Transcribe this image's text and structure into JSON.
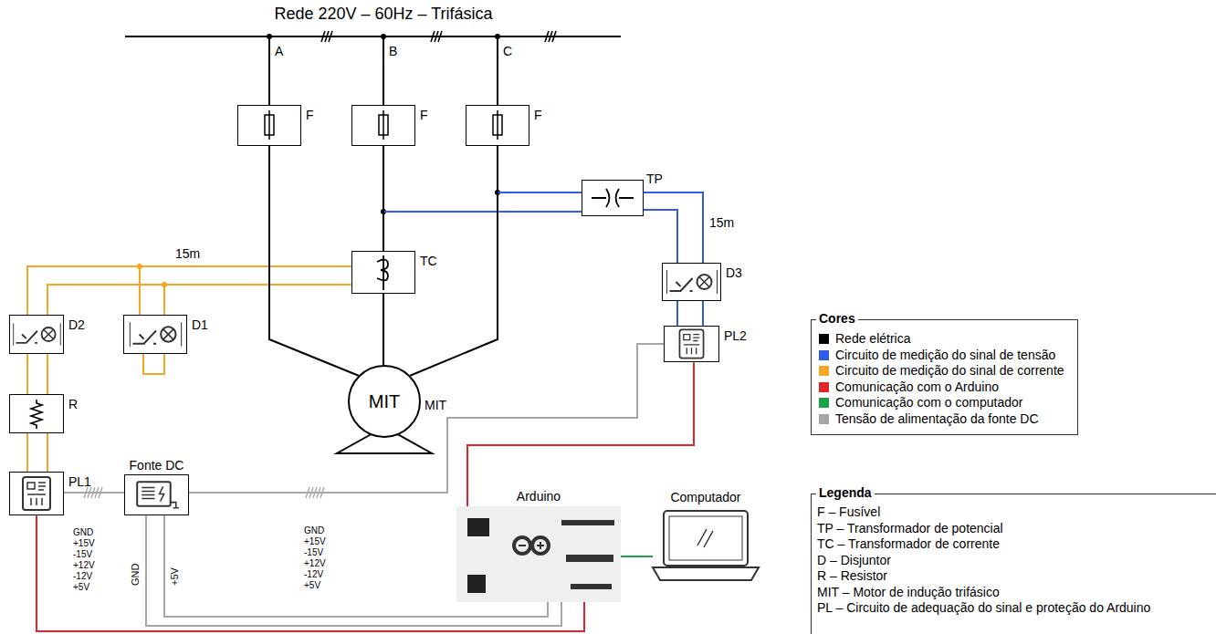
{
  "diagram": {
    "title": "Rede 220V – 60Hz – Trifásica",
    "nodes": [
      {
        "text": [
          "F"
        ]
      },
      {
        "text": [
          "F"
        ]
      },
      {
        "text": [
          "F"
        ]
      },
      {
        "text": [
          "TP"
        ]
      },
      {
        "text": [
          "TC"
        ]
      },
      {
        "text": [
          "D3"
        ]
      },
      {
        "text": [
          "D2"
        ]
      },
      {
        "text": [
          "D1"
        ]
      },
      {
        "text": [
          "R"
        ]
      },
      {
        "text": [
          "PL1"
        ]
      },
      {
        "text": [
          "PL2"
        ]
      },
      {
        "text": [
          "Fonte DC"
        ]
      },
      {
        "text": [
          "MIT",
          "MIT"
        ]
      },
      {
        "text": [
          "Arduino"
        ]
      },
      {
        "text": [
          "Computador"
        ]
      }
    ],
    "edges": [
      {
        "from": 1,
        "to": 3,
        "arrow": "none"
      },
      {
        "from": 2,
        "to": 3,
        "arrow": "none"
      },
      {
        "from": 3,
        "to": 5,
        "arrow": "none"
      },
      {
        "from": 5,
        "to": 10,
        "arrow": "none"
      },
      {
        "from": 4,
        "to": 6,
        "arrow": "none"
      },
      {
        "from": 4,
        "to": 7,
        "arrow": "none"
      },
      {
        "from": 6,
        "to": 8,
        "arrow": "none"
      },
      {
        "from": 8,
        "to": 9,
        "arrow": "none"
      },
      {
        "from": 11,
        "to": 9,
        "arrow": "none"
      },
      {
        "from": 11,
        "to": 10,
        "arrow": "none"
      },
      {
        "from": 11,
        "to": 13,
        "arrow": "none"
      },
      {
        "from": 10,
        "to": 13,
        "arrow": "none"
      },
      {
        "from": 9,
        "to": 13,
        "arrow": "none"
      },
      {
        "from": 13,
        "to": 14,
        "arrow": "none"
      },
      {
        "from": 0,
        "to": 12,
        "arrow": "none"
      },
      {
        "from": 1,
        "to": 4,
        "arrow": "none"
      },
      {
        "from": 4,
        "to": 12,
        "arrow": "none"
      },
      {
        "from": 2,
        "to": 12,
        "arrow": "none"
      }
    ],
    "labels": [
      "A",
      "B",
      "C",
      "15m",
      "15m",
      "GND",
      "+15V",
      "-15V",
      "+12V",
      "-12V",
      "+5V",
      "GND",
      "+15V",
      "-15V",
      "+12V",
      "-12V",
      "+5V",
      "GND",
      "+5V",
      "Cores",
      "Legenda"
    ],
    "legend": [
      {
        "text": "Rede elétrica",
        "color": "#000000"
      },
      {
        "text": "Circuito de medição do sinal de tensão",
        "color": "#2f5ce6"
      },
      {
        "text": "Circuito de medição do sinal de corrente",
        "color": "#f5a623"
      },
      {
        "text": "Comunicação com o Arduino",
        "color": "#e3242b"
      },
      {
        "text": "Comunicação com o computador",
        "color": "#1aa34a"
      },
      {
        "text": "Tensão de alimentação da fonte DC",
        "color": "#a6a6a6"
      },
      {
        "text": "F – Fusível"
      },
      {
        "text": "TP – Transformador de potencial"
      },
      {
        "text": "TC – Transformador de corrente"
      },
      {
        "text": "D – Disjuntor"
      },
      {
        "text": "R – Resistor"
      },
      {
        "text": "MIT – Motor de indução trifásico"
      },
      {
        "text": "PL – Circuito de adequação do sinal e proteção do Arduino"
      }
    ]
  }
}
